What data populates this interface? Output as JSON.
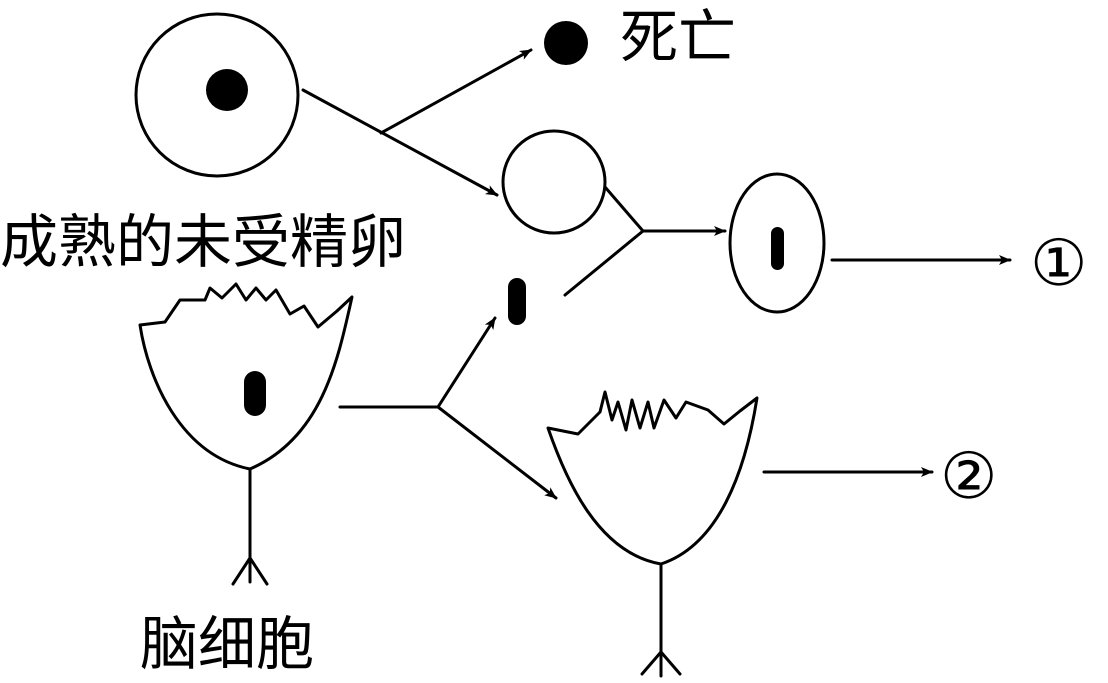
{
  "labels": {
    "death": "死亡",
    "egg": "成熟的未受精卵",
    "brain_cell": "脑细胞",
    "result_1": "①",
    "result_2": "②"
  },
  "colors": {
    "ink": "#000000",
    "background": "#ffffff"
  }
}
